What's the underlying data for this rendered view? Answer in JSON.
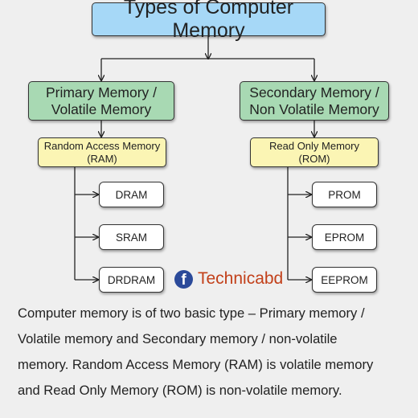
{
  "diagram": {
    "title": "Types of Computer Memory",
    "primary": {
      "line1": "Primary Memory /",
      "line2": "Volatile Memory",
      "sub": {
        "line1": "Random Access Memory",
        "line2": "(RAM)"
      },
      "leaves": [
        "DRAM",
        "SRAM",
        "DRDRAM"
      ]
    },
    "secondary": {
      "line1": "Secondary Memory /",
      "line2": "Non Volatile Memory",
      "sub": {
        "line1": "Read Only Memory",
        "line2": "(ROM)"
      },
      "leaves": [
        "PROM",
        "EPROM",
        "EEPROM"
      ]
    }
  },
  "brand": {
    "icon": "facebook-icon",
    "icon_glyph": "f",
    "name": "Technicabd"
  },
  "caption": {
    "lines": [
      "Computer memory is of two basic type – Primary memory /",
      "Volatile memory and Secondary memory / non-volatile",
      "memory. Random Access Memory (RAM) is volatile memory",
      "and Read Only Memory (ROM) is non-volatile memory."
    ]
  },
  "colors": {
    "title_fill": "#a6d8f7",
    "category_fill": "#a8d9b3",
    "sub_fill": "#fbf5b4",
    "leaf_fill": "#ffffff",
    "brand_text": "#c2401a",
    "facebook_blue": "#2b4a9a"
  }
}
